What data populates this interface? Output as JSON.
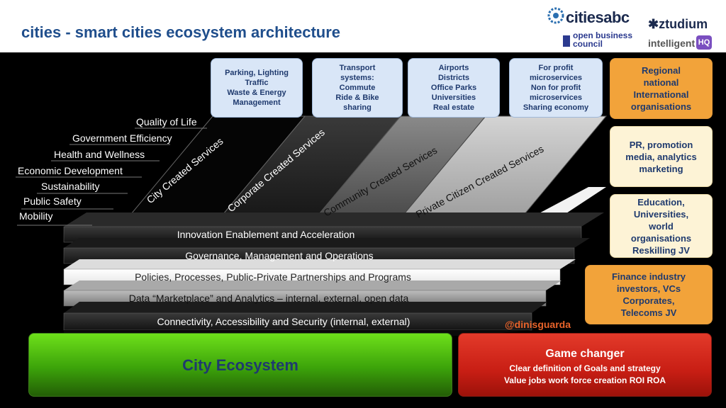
{
  "header": {
    "title": "cities - smart cities ecosystem architecture",
    "logos": {
      "citiesabc": "citiesabc",
      "ztudium": "ztudium",
      "obc_line1": "open business",
      "obc_line2": "council",
      "intelligent": "intelligent",
      "hq": "HQ"
    }
  },
  "top_boxes": [
    {
      "lines": [
        "Parking, Lighting",
        "Traffic",
        "Waste & Energy",
        "Management"
      ]
    },
    {
      "lines": [
        "Transport",
        "systems:",
        "Commute",
        "Ride & Bike",
        "sharing"
      ]
    },
    {
      "lines": [
        "Airports",
        "Districts",
        "Office Parks",
        "Universities",
        "Real estate"
      ]
    },
    {
      "lines": [
        "For profit",
        "microservices",
        "Non for profit",
        "microservices",
        "Sharing economy"
      ]
    }
  ],
  "right_boxes": [
    {
      "lines": [
        "Regional",
        "national",
        "International",
        "organisations"
      ],
      "style": "orange"
    },
    {
      "lines": [
        "PR, promotion",
        "media, analytics",
        "marketing"
      ],
      "style": "cream"
    },
    {
      "lines": [
        "Education,",
        "Universities,",
        "world",
        "organisations",
        "Reskilling JV"
      ],
      "style": "cream"
    },
    {
      "lines": [
        "Finance industry",
        "investors, VCs",
        "Corporates,",
        "Telecoms JV"
      ],
      "style": "orange"
    }
  ],
  "left_labels": [
    "Quality of Life",
    "Government Efficiency",
    "Health and Wellness",
    "Economic Development",
    "Sustainability",
    "Public Safety",
    "Mobility"
  ],
  "service_slabs": [
    "City Created Services",
    "Corporate Created Services",
    "Community Created Services",
    "Private Citizen Created Services"
  ],
  "layers": [
    "Innovation Enablement and Acceleration",
    "Governance, Management and Operations",
    "Policies, Processes, Public-Private Partnerships and Programs",
    "Data “Marketplace” and Analytics – internal, external, open data",
    "Connectivity, Accessibility and Security (internal, external)"
  ],
  "city_ecosystem": "City Ecosystem",
  "game_changer": {
    "title": "Game changer",
    "line1": "Clear definition of Goals and strategy",
    "line2": "Value jobs work force creation ROI ROA"
  },
  "handle": "@dinisguarda",
  "colors": {
    "title": "#1f4e8c",
    "box_text": "#1f3a6e",
    "orange": "#f2a33a",
    "cream": "#fdf3d6",
    "blue_box": "#d9e6f7",
    "green": "#4cb814",
    "red": "#d42a1c",
    "handle": "#e8632a"
  }
}
